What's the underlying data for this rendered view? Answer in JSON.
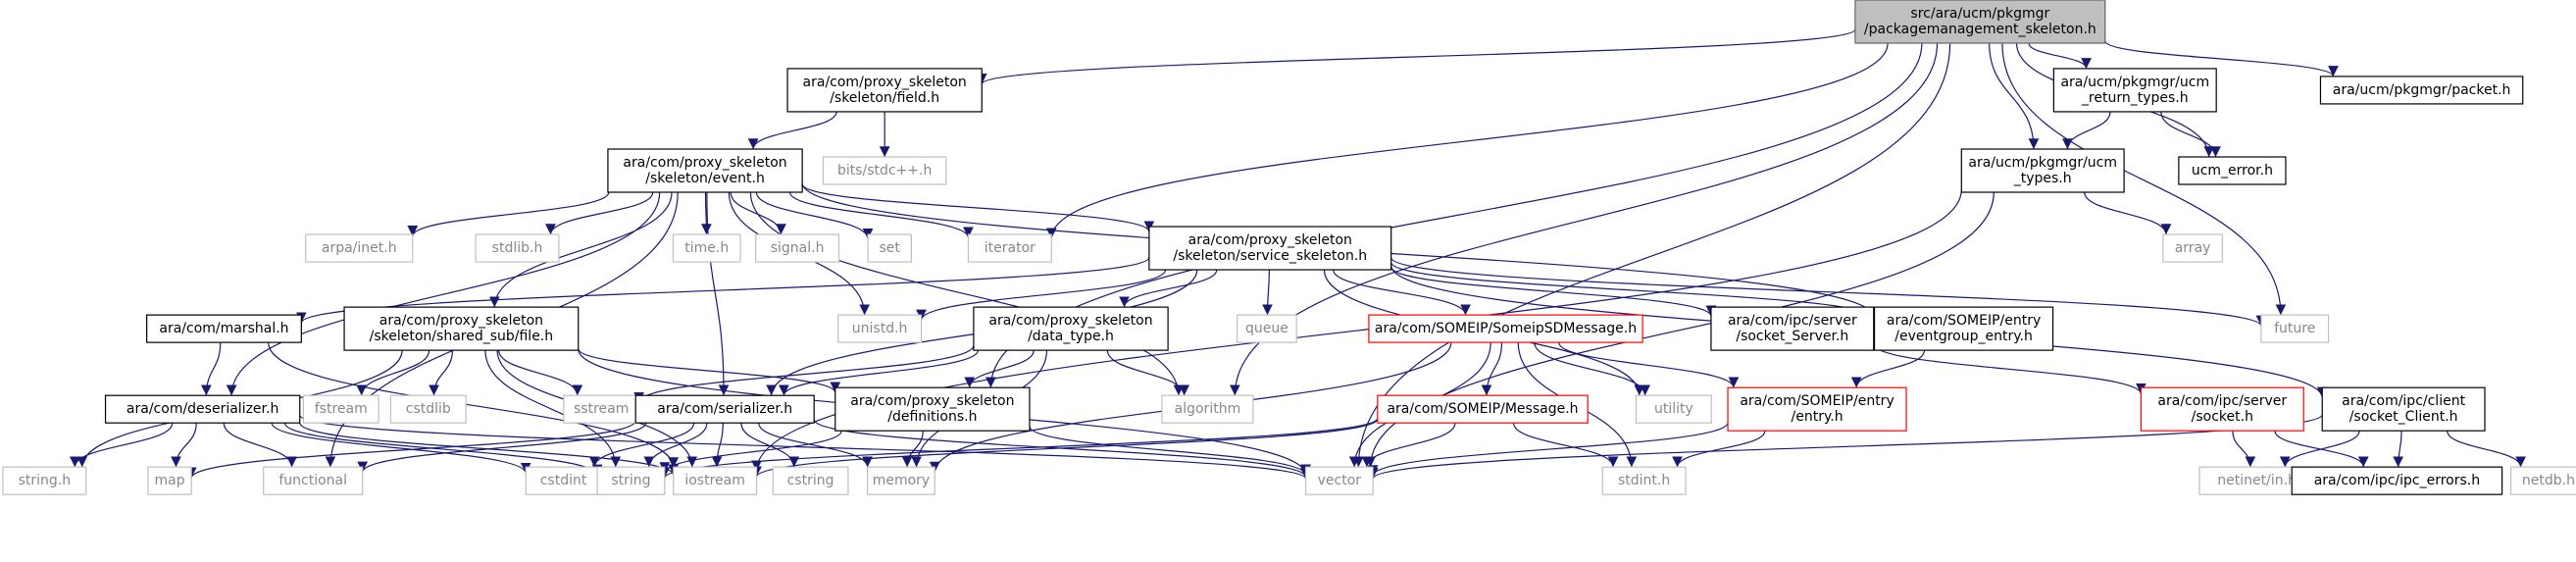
{
  "palette": {
    "edge": "#191970",
    "node_text": "#000000",
    "node_text_external": "#888888",
    "border_root": "#666666",
    "fill_root": "#bfbfbf",
    "border_local": "#000000",
    "border_external": "#bfbfbf",
    "border_truncated": "#ff0000",
    "fill_default": "#ffffff"
  },
  "nodes": [
    {
      "id": "root",
      "label": [
        "src/ara/ucm/pkgmgr",
        "/packagemanagement_skeleton.h"
      ],
      "kind": "root"
    },
    {
      "id": "field",
      "label": [
        "ara/com/proxy_skeleton",
        "/skeleton/field.h"
      ],
      "kind": "local"
    },
    {
      "id": "ucm_return",
      "label": [
        "ara/ucm/pkgmgr/ucm",
        "_return_types.h"
      ],
      "kind": "local"
    },
    {
      "id": "packet",
      "label": [
        "ara/ucm/pkgmgr/packet.h"
      ],
      "kind": "local"
    },
    {
      "id": "bits",
      "label": [
        "bits/stdc++.h"
      ],
      "kind": "external"
    },
    {
      "id": "event",
      "label": [
        "ara/com/proxy_skeleton",
        "/skeleton/event.h"
      ],
      "kind": "local"
    },
    {
      "id": "ucm_types",
      "label": [
        "ara/ucm/pkgmgr/ucm",
        "_types.h"
      ],
      "kind": "local"
    },
    {
      "id": "ucm_error",
      "label": [
        "ucm_error.h"
      ],
      "kind": "local"
    },
    {
      "id": "arpa",
      "label": [
        "arpa/inet.h"
      ],
      "kind": "external"
    },
    {
      "id": "stdlib",
      "label": [
        "stdlib.h"
      ],
      "kind": "external"
    },
    {
      "id": "time",
      "label": [
        "time.h"
      ],
      "kind": "external"
    },
    {
      "id": "signal",
      "label": [
        "signal.h"
      ],
      "kind": "external"
    },
    {
      "id": "set",
      "label": [
        "set"
      ],
      "kind": "external"
    },
    {
      "id": "iterator",
      "label": [
        "iterator"
      ],
      "kind": "external"
    },
    {
      "id": "service",
      "label": [
        "ara/com/proxy_skeleton",
        "/skeleton/service_skeleton.h"
      ],
      "kind": "local"
    },
    {
      "id": "array",
      "label": [
        "array"
      ],
      "kind": "external"
    },
    {
      "id": "marshal",
      "label": [
        "ara/com/marshal.h"
      ],
      "kind": "local"
    },
    {
      "id": "shared",
      "label": [
        "ara/com/proxy_skeleton",
        "/skeleton/shared_sub/file.h"
      ],
      "kind": "local"
    },
    {
      "id": "unistd",
      "label": [
        "unistd.h"
      ],
      "kind": "external"
    },
    {
      "id": "datatype",
      "label": [
        "ara/com/proxy_skeleton",
        "/data_type.h"
      ],
      "kind": "local"
    },
    {
      "id": "queue",
      "label": [
        "queue"
      ],
      "kind": "external"
    },
    {
      "id": "someipsd",
      "label": [
        "ara/com/SOMEIP/SomeipSDMessage.h"
      ],
      "kind": "truncated"
    },
    {
      "id": "socketserver",
      "label": [
        "ara/com/ipc/server",
        "/socket_Server.h"
      ],
      "kind": "local"
    },
    {
      "id": "eventgroup",
      "label": [
        "ara/com/SOMEIP/entry",
        "/eventgroup_entry.h"
      ],
      "kind": "local"
    },
    {
      "id": "future",
      "label": [
        "future"
      ],
      "kind": "external"
    },
    {
      "id": "deserializer",
      "label": [
        "ara/com/deserializer.h"
      ],
      "kind": "local"
    },
    {
      "id": "fstream",
      "label": [
        "fstream"
      ],
      "kind": "external"
    },
    {
      "id": "cstdlib",
      "label": [
        "cstdlib"
      ],
      "kind": "external"
    },
    {
      "id": "sstream",
      "label": [
        "sstream"
      ],
      "kind": "external"
    },
    {
      "id": "serializer",
      "label": [
        "ara/com/serializer.h"
      ],
      "kind": "local"
    },
    {
      "id": "definitions",
      "label": [
        "ara/com/proxy_skeleton",
        "/definitions.h"
      ],
      "kind": "local"
    },
    {
      "id": "algorithm",
      "label": [
        "algorithm"
      ],
      "kind": "external"
    },
    {
      "id": "message",
      "label": [
        "ara/com/SOMEIP/Message.h"
      ],
      "kind": "truncated"
    },
    {
      "id": "utility",
      "label": [
        "utility"
      ],
      "kind": "external"
    },
    {
      "id": "entry",
      "label": [
        "ara/com/SOMEIP/entry",
        "/entry.h"
      ],
      "kind": "truncated"
    },
    {
      "id": "socket",
      "label": [
        "ara/com/ipc/server",
        "/socket.h"
      ],
      "kind": "truncated"
    },
    {
      "id": "socketclient",
      "label": [
        "ara/com/ipc/client",
        "/socket_Client.h"
      ],
      "kind": "local"
    },
    {
      "id": "stringh",
      "label": [
        "string.h"
      ],
      "kind": "external"
    },
    {
      "id": "map",
      "label": [
        "map"
      ],
      "kind": "external"
    },
    {
      "id": "functional",
      "label": [
        "functional"
      ],
      "kind": "external"
    },
    {
      "id": "cstdint",
      "label": [
        "cstdint"
      ],
      "kind": "external"
    },
    {
      "id": "string",
      "label": [
        "string"
      ],
      "kind": "external"
    },
    {
      "id": "iostream",
      "label": [
        "iostream"
      ],
      "kind": "external"
    },
    {
      "id": "cstring",
      "label": [
        "cstring"
      ],
      "kind": "external"
    },
    {
      "id": "memory",
      "label": [
        "memory"
      ],
      "kind": "external"
    },
    {
      "id": "vector",
      "label": [
        "vector"
      ],
      "kind": "external"
    },
    {
      "id": "stdint",
      "label": [
        "stdint.h"
      ],
      "kind": "external"
    },
    {
      "id": "netinet",
      "label": [
        "netinet/in.h"
      ],
      "kind": "external"
    },
    {
      "id": "ipcerrors",
      "label": [
        "ara/com/ipc/ipc_errors.h"
      ],
      "kind": "local"
    },
    {
      "id": "netdb",
      "label": [
        "netdb.h"
      ],
      "kind": "external"
    }
  ],
  "edges": [
    [
      "root",
      "field"
    ],
    [
      "root",
      "ucm_return"
    ],
    [
      "root",
      "packet"
    ],
    [
      "root",
      "ucm_types"
    ],
    [
      "root",
      "ucm_error"
    ],
    [
      "root",
      "iterator"
    ],
    [
      "root",
      "future"
    ],
    [
      "root",
      "algorithm"
    ],
    [
      "root",
      "vector"
    ],
    [
      "root",
      "definitions"
    ],
    [
      "field",
      "bits"
    ],
    [
      "field",
      "event"
    ],
    [
      "ucm_return",
      "ucm_types"
    ],
    [
      "ucm_return",
      "ucm_error"
    ],
    [
      "ucm_types",
      "array"
    ],
    [
      "ucm_types",
      "vector"
    ],
    [
      "ucm_types",
      "iostream"
    ],
    [
      "event",
      "arpa"
    ],
    [
      "event",
      "stdlib"
    ],
    [
      "event",
      "time"
    ],
    [
      "event",
      "signal"
    ],
    [
      "event",
      "set"
    ],
    [
      "event",
      "iterator"
    ],
    [
      "event",
      "service"
    ],
    [
      "event",
      "shared"
    ],
    [
      "event",
      "deserializer"
    ],
    [
      "event",
      "serializer"
    ],
    [
      "event",
      "unistd"
    ],
    [
      "event",
      "functional"
    ],
    [
      "event",
      "eventgroup"
    ],
    [
      "event",
      "algorithm"
    ],
    [
      "service",
      "marshal"
    ],
    [
      "service",
      "unistd"
    ],
    [
      "service",
      "datatype"
    ],
    [
      "service",
      "queue"
    ],
    [
      "service",
      "someipsd"
    ],
    [
      "service",
      "socketserver"
    ],
    [
      "service",
      "eventgroup"
    ],
    [
      "service",
      "socketclient"
    ],
    [
      "service",
      "future"
    ],
    [
      "service",
      "utility"
    ],
    [
      "service",
      "serializer"
    ],
    [
      "marshal",
      "deserializer"
    ],
    [
      "marshal",
      "iostream"
    ],
    [
      "shared",
      "fstream"
    ],
    [
      "shared",
      "cstdlib"
    ],
    [
      "shared",
      "sstream"
    ],
    [
      "shared",
      "stringh"
    ],
    [
      "shared",
      "string"
    ],
    [
      "shared",
      "iostream"
    ],
    [
      "shared",
      "vector"
    ],
    [
      "shared",
      "definitions"
    ],
    [
      "datatype",
      "sstream"
    ],
    [
      "datatype",
      "algorithm"
    ],
    [
      "datatype",
      "serializer"
    ],
    [
      "datatype",
      "definitions"
    ],
    [
      "datatype",
      "memory"
    ],
    [
      "someipsd",
      "message"
    ],
    [
      "someipsd",
      "entry"
    ],
    [
      "someipsd",
      "utility"
    ],
    [
      "someipsd",
      "stdint"
    ],
    [
      "someipsd",
      "vector"
    ],
    [
      "someipsd",
      "memory"
    ],
    [
      "socketserver",
      "socket"
    ],
    [
      "eventgroup",
      "entry"
    ],
    [
      "deserializer",
      "stringh"
    ],
    [
      "deserializer",
      "map"
    ],
    [
      "deserializer",
      "functional"
    ],
    [
      "deserializer",
      "cstdint"
    ],
    [
      "deserializer",
      "string"
    ],
    [
      "deserializer",
      "iostream"
    ],
    [
      "deserializer",
      "vector"
    ],
    [
      "serializer",
      "map"
    ],
    [
      "serializer",
      "functional"
    ],
    [
      "serializer",
      "cstdint"
    ],
    [
      "serializer",
      "string"
    ],
    [
      "serializer",
      "iostream"
    ],
    [
      "serializer",
      "cstring"
    ],
    [
      "serializer",
      "memory"
    ],
    [
      "serializer",
      "vector"
    ],
    [
      "definitions",
      "string"
    ],
    [
      "definitions",
      "vector"
    ],
    [
      "definitions",
      "memory"
    ],
    [
      "message",
      "vector"
    ],
    [
      "message",
      "stdint"
    ],
    [
      "message",
      "string"
    ],
    [
      "message",
      "iostream"
    ],
    [
      "entry",
      "vector"
    ],
    [
      "entry",
      "stdint"
    ],
    [
      "socket",
      "netinet"
    ],
    [
      "socket",
      "ipcerrors"
    ],
    [
      "socketclient",
      "netinet"
    ],
    [
      "socketclient",
      "ipcerrors"
    ],
    [
      "socketclient",
      "netdb"
    ],
    [
      "socketclient",
      "vector"
    ]
  ]
}
